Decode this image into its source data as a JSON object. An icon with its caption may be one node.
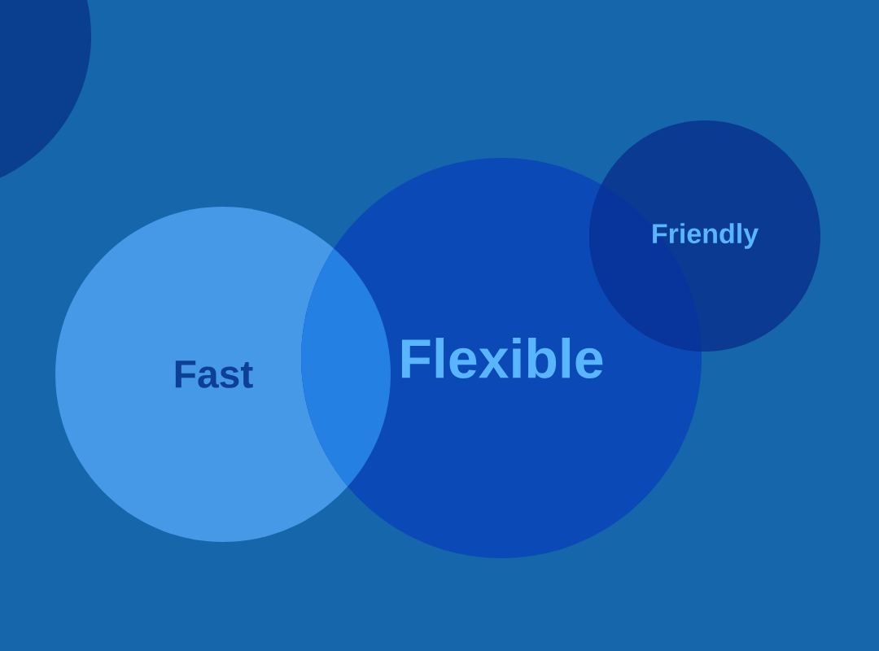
{
  "diagram": {
    "nodes": [
      {
        "text": [],
        "shape": "circle"
      },
      {
        "text": [
          "Fast"
        ]
      },
      {
        "text": [
          "Flexible"
        ]
      },
      {
        "text": [
          "Friendly"
        ]
      }
    ]
  }
}
